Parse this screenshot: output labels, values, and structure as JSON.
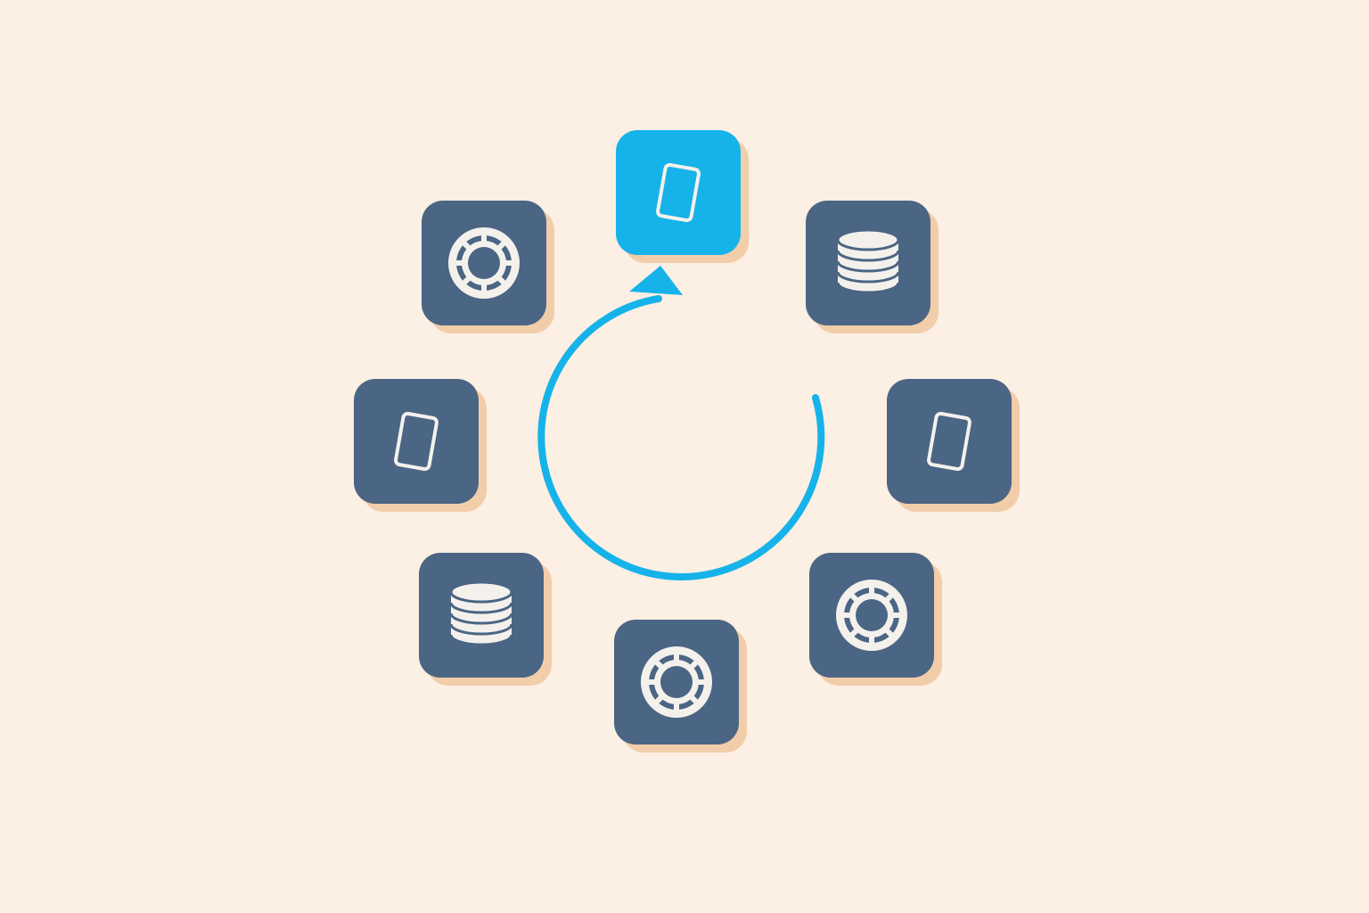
{
  "colors": {
    "background": "#fcefe3",
    "tile": "#4b6584",
    "tile_active": "#16b3ea",
    "tile_shadow": "#f2cda9",
    "icon_stroke": "#f4f1ec",
    "arrow": "#16b3ea"
  },
  "cycle": {
    "direction": "clockwise",
    "active_tile": "card-top"
  },
  "tiles": [
    {
      "id": "card-top",
      "icon": "playing-card-icon",
      "active": true
    },
    {
      "id": "stack-tr",
      "icon": "coin-stack-icon",
      "active": false
    },
    {
      "id": "card-right",
      "icon": "playing-card-icon",
      "active": false
    },
    {
      "id": "chip-br",
      "icon": "poker-chip-icon",
      "active": false
    },
    {
      "id": "chip-bot",
      "icon": "poker-chip-icon",
      "active": false
    },
    {
      "id": "stack-bl",
      "icon": "coin-stack-icon",
      "active": false
    },
    {
      "id": "card-left",
      "icon": "playing-card-icon",
      "active": false
    },
    {
      "id": "chip-tl",
      "icon": "poker-chip-icon",
      "active": false
    }
  ]
}
